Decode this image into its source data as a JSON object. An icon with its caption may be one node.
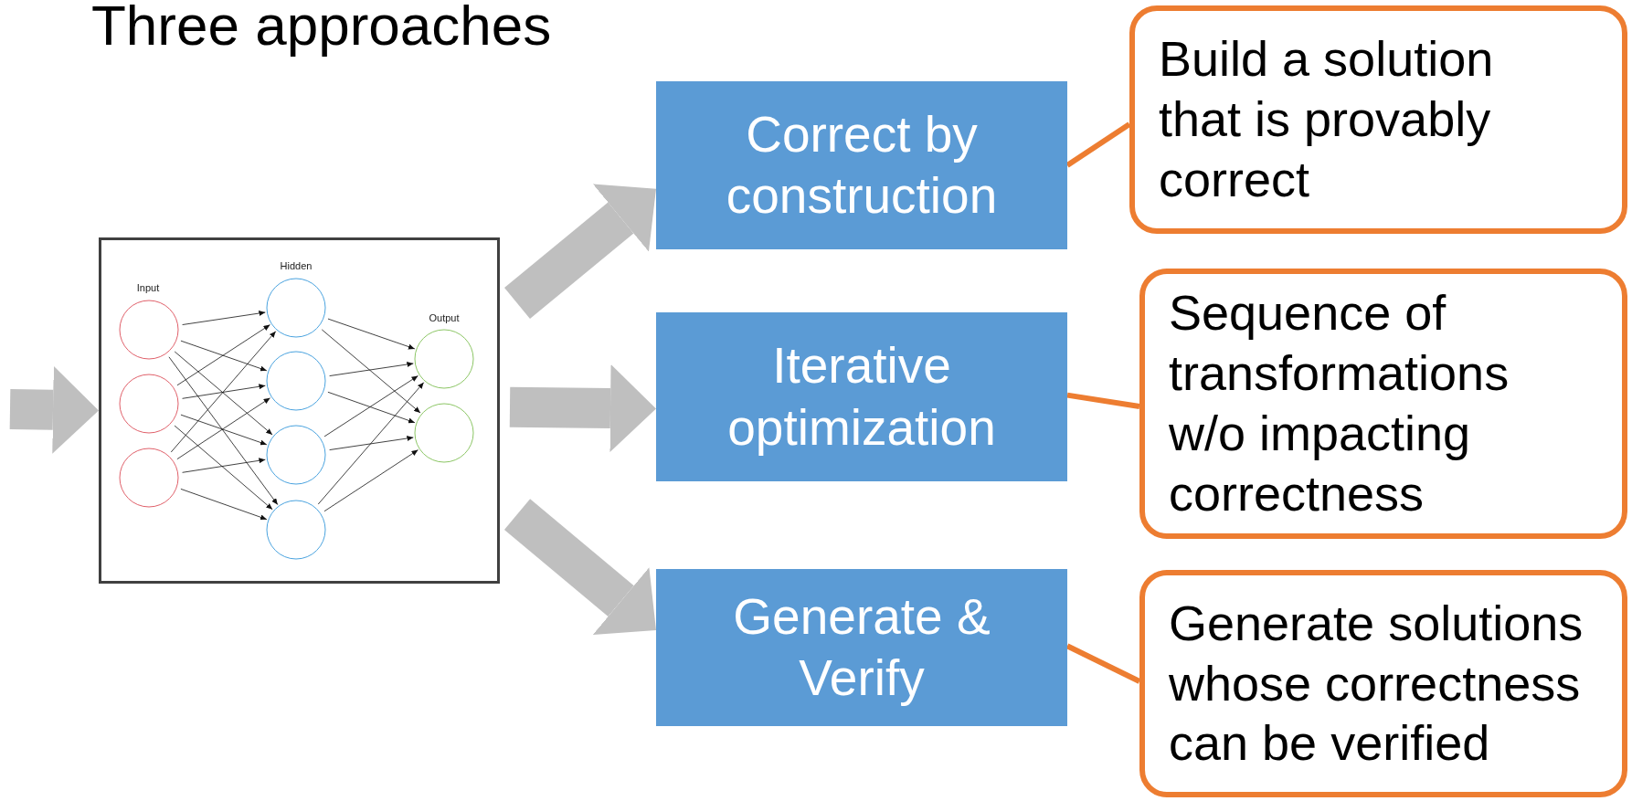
{
  "diagram": {
    "title": "Three approaches",
    "nodes": [
      {
        "text": [],
        "shape": "picture"
      },
      {
        "text": [
          "Correct by construction"
        ]
      },
      {
        "text": [
          "Build a solution that is provably correct"
        ]
      },
      {
        "text": [
          "Iterative optimization"
        ]
      },
      {
        "text": [
          "Sequence of transformations w/o impacting correctness"
        ]
      },
      {
        "text": [
          "Generate & Verify"
        ]
      },
      {
        "text": [
          "Generate solutions whose correctness can be verified"
        ]
      }
    ],
    "edges": [
      {
        "from": null,
        "to": 0,
        "arrow": "to"
      },
      {
        "from": 0,
        "to": 1,
        "arrow": "to"
      },
      {
        "from": 0,
        "to": 3,
        "arrow": "to"
      },
      {
        "from": 0,
        "to": 5,
        "arrow": "to"
      },
      {
        "from": 1,
        "to": 2,
        "arrow": "none",
        "color": "#ed7d31"
      },
      {
        "from": 3,
        "to": 4,
        "arrow": "none",
        "color": "#ed7d31"
      },
      {
        "from": 5,
        "to": 6,
        "arrow": "none",
        "color": "#ed7d31"
      }
    ],
    "labels": [
      "Input",
      "Hidden",
      "Output"
    ]
  }
}
